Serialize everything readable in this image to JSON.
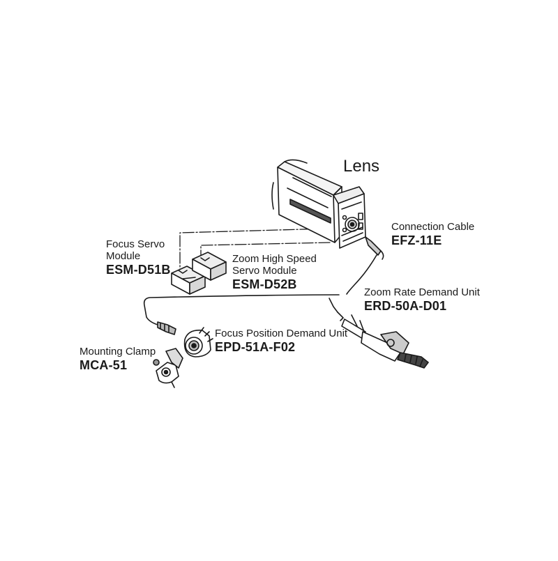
{
  "diagram": {
    "lens": {
      "name": "Lens"
    },
    "connection_cable": {
      "name": "Connection Cable",
      "code": "EFZ-11E"
    },
    "focus_servo": {
      "name_line1": "Focus Servo",
      "name_line2": "Module",
      "code": "ESM-D51B"
    },
    "zoom_servo": {
      "name_line1": "Zoom High Speed",
      "name_line2": "Servo Module",
      "code": "ESM-D52B"
    },
    "zoom_rate": {
      "name": "Zoom Rate Demand Unit",
      "code": "ERD-50A-D01"
    },
    "focus_position": {
      "name": "Focus Position Demand Unit",
      "code": "EPD-51A-F02"
    },
    "mounting_clamp": {
      "name": "Mounting Clamp",
      "code": "MCA-51"
    }
  }
}
